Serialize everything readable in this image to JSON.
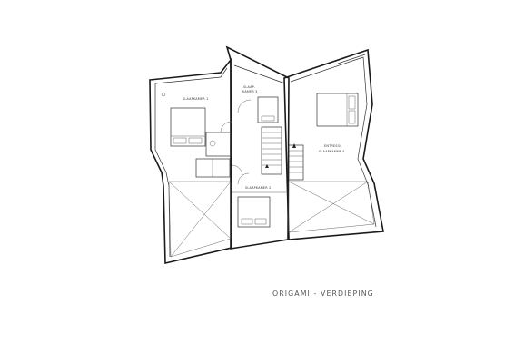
{
  "caption": "ORIGAMI - VERDIEPING",
  "rooms": {
    "slaapkamer_1": "SLAAPKAMER 1",
    "slaapkamer_2": "SLAAPKAMER 2",
    "slaapkamer_3_line1": "SLAAP-",
    "slaapkamer_3_line2": "KAMER 3",
    "entresol_line1": "ENTRESOL",
    "entresol_line2": "SLAAPKAMER 4"
  }
}
